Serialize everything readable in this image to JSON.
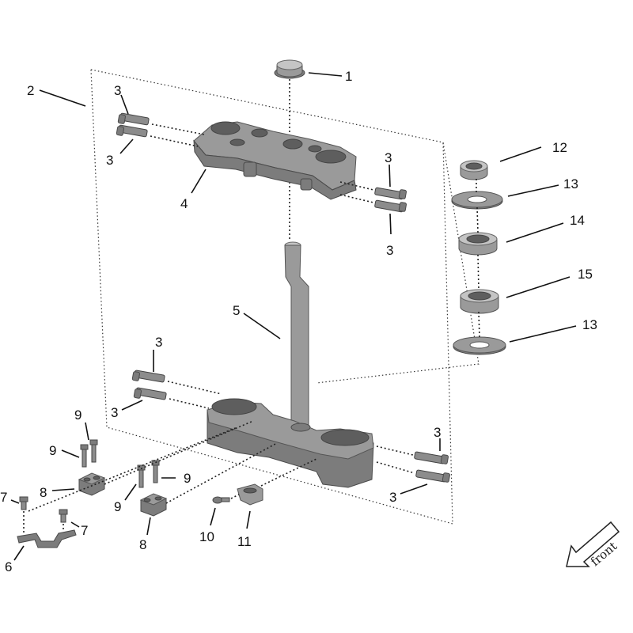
{
  "callouts": {
    "c1": "1",
    "c2": "2",
    "c3a": "3",
    "c3b": "3",
    "c3c": "3",
    "c3d": "3",
    "c3e": "3",
    "c3f": "3",
    "c3g": "3",
    "c3h": "3",
    "c4": "4",
    "c5": "5",
    "c6": "6",
    "c7a": "7",
    "c7b": "7",
    "c8a": "8",
    "c8b": "8",
    "c9a": "9",
    "c9b": "9",
    "c9c": "9",
    "c9d": "9",
    "c10": "10",
    "c11": "11",
    "c12": "12",
    "c13a": "13",
    "c13b": "13",
    "c14": "14",
    "c15": "15"
  },
  "direction_label": "front",
  "colors": {
    "part": "#9a9a9a",
    "part_dark": "#7c7c7c",
    "part_light": "#c4c4c4",
    "ink": "#111111"
  }
}
